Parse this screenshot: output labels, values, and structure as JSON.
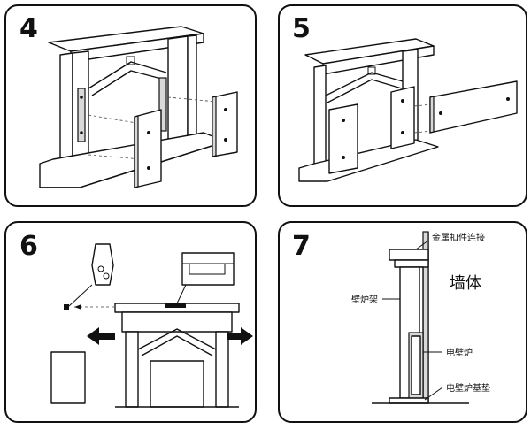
{
  "steps": [
    {
      "number": "4"
    },
    {
      "number": "5"
    },
    {
      "number": "6"
    },
    {
      "number": "7"
    }
  ],
  "step7_labels": {
    "metal_clip": "金属扣件连接",
    "wall": "墙体",
    "mantel_frame": "壁炉架",
    "electric_fireplace": "电壁炉",
    "base_pad": "电壁炉基垫"
  }
}
